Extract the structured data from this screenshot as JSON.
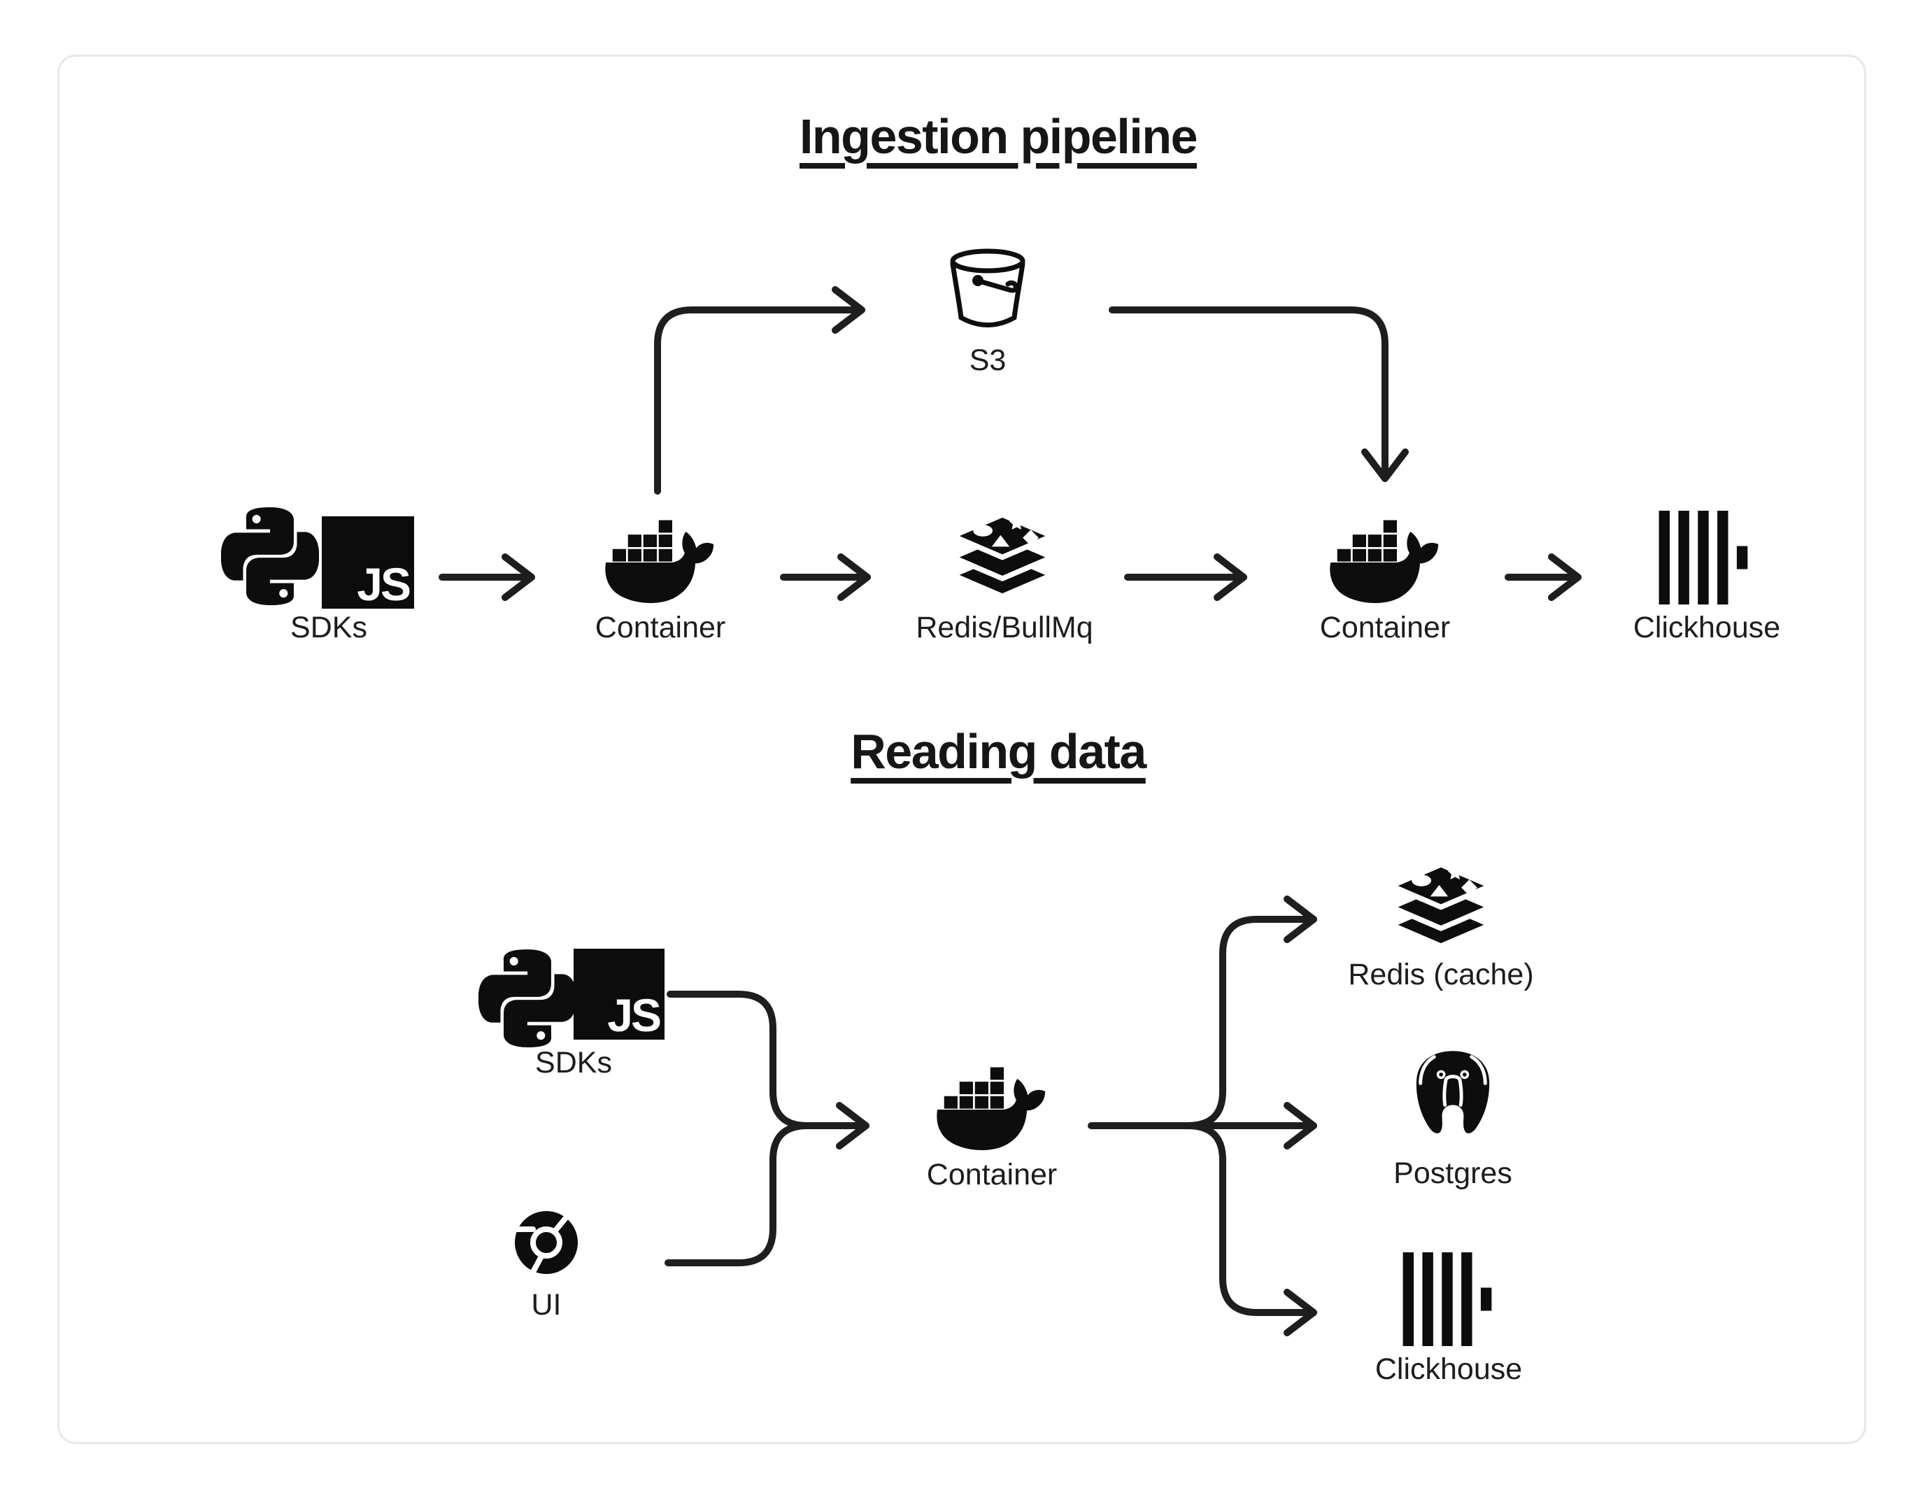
{
  "colors": {
    "ink": "#1e1e1e",
    "card_border": "#e7e7e7",
    "background": "#ffffff",
    "icon_fill": "#0d0d0d"
  },
  "ingestion": {
    "title": "Ingestion pipeline",
    "sdks_label": "SDKs",
    "js_badge": "JS",
    "container1_label": "Container",
    "redis_label": "Redis/BullMq",
    "s3_label": "S3",
    "container2_label": "Container",
    "clickhouse_label": "Clickhouse"
  },
  "reading": {
    "title": "Reading data",
    "sdks_label": "SDKs",
    "js_badge": "JS",
    "ui_label": "UI",
    "container_label": "Container",
    "redis_cache_label": "Redis (cache)",
    "postgres_label": "Postgres",
    "clickhouse_label": "Clickhouse"
  },
  "icons": {
    "python-icon": "Python logo (two interlocked snakes)",
    "javascript-icon": "black square with JS letters",
    "docker-icon": "Docker whale with container cubes",
    "redis-icon": "Redis stacked layers with star/circle/triangle/diamond",
    "s3-bucket-icon": "outlined bucket with handle",
    "clickhouse-icon": "four tall bars plus short bar",
    "chrome-icon": "Chrome browser wheel",
    "postgres-icon": "PostgreSQL elephant head"
  }
}
